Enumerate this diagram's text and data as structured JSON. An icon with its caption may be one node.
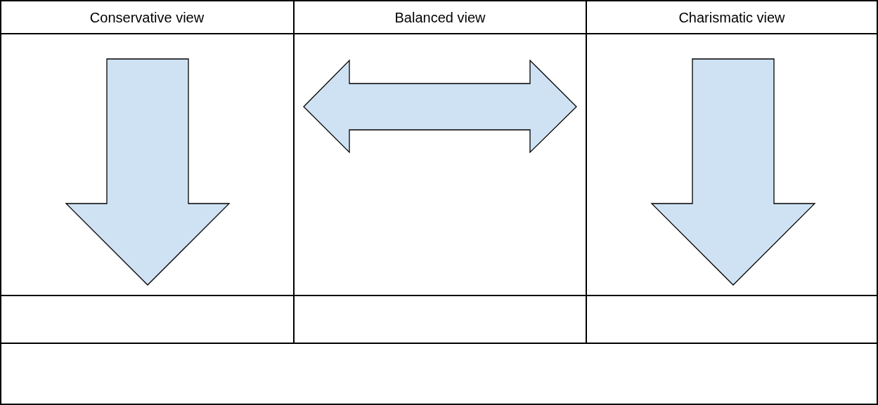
{
  "diagram": {
    "labels": [
      "Conservative view",
      "Balanced view",
      "Charismatic view"
    ]
  }
}
